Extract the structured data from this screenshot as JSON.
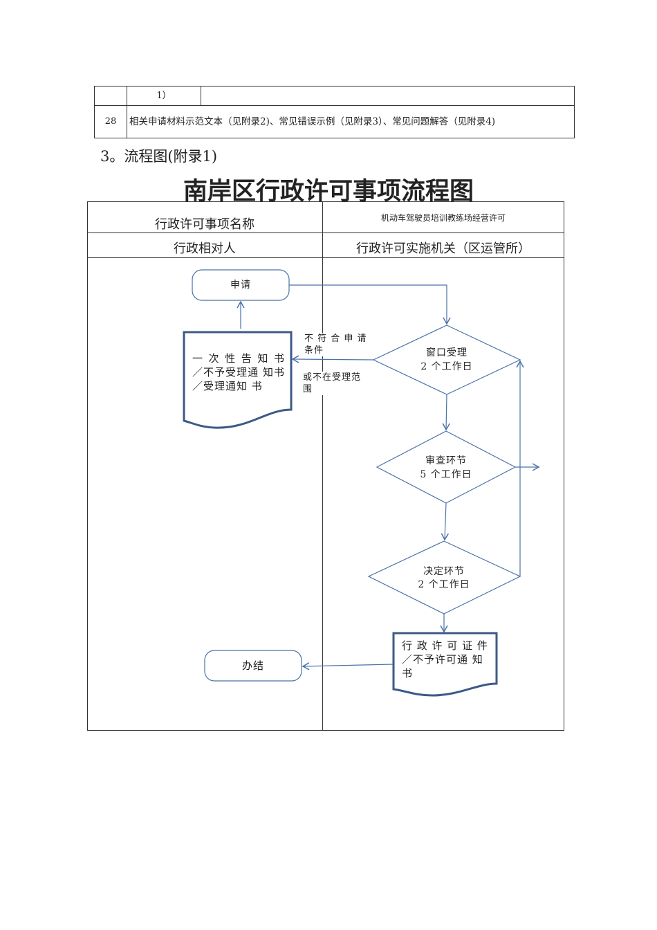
{
  "table": {
    "rows": [
      {
        "num": "",
        "col2": "1）",
        "col3": ""
      },
      {
        "num": "28",
        "text": "相关申请材料示范文本（见附录2)、常见错误示例（见附录3）、常见问题解答（见附录4)"
      }
    ]
  },
  "section_heading": "3。流程图(附录1)",
  "flowchart": {
    "title": "南岸区行政许可事项流程图",
    "name_label": "行政许可事项名称",
    "name_value": "机动车驾驶员培训教练场经营许可",
    "lane_left": "行政相对人",
    "lane_right": "行政许可实施机关（区运管所）",
    "apply": "申请",
    "notice_doc": "一 次 性 告 知 书／不予受理通 知书／受理通知 书",
    "reject_note_1": "不 符 合 申 请 条件",
    "reject_note_2": "或不在受理范 围",
    "step1_name": "窗口受理",
    "step1_days": "2 个工作日",
    "step2_name": "审查环节",
    "step2_days": "5 个工作日",
    "step3_name": "决定环节",
    "step3_days": "2 个工作日",
    "result_doc": "行 政 许 可 证 件／不予许可通 知书",
    "finish": "办结"
  },
  "colors": {
    "shape": "#4a72a8",
    "doc_border": "#3c5a85"
  }
}
